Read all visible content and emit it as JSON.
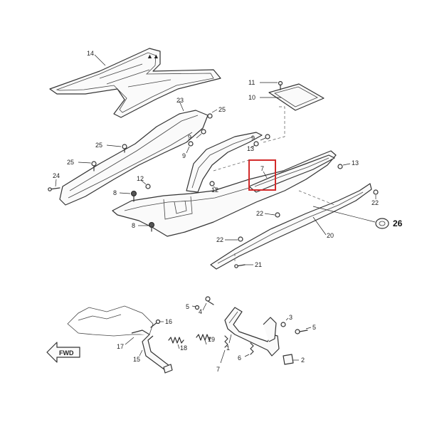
{
  "labels": {
    "l14": "14",
    "l11": "11",
    "l10": "10",
    "l23": "23",
    "l25a": "25",
    "l25b": "25",
    "l25c": "25",
    "l9a": "9",
    "l9b": "9",
    "l9c": "9",
    "l13a": "13",
    "l13b": "13",
    "l7a": "7",
    "l24": "24",
    "l12a": "12",
    "l12b": "12",
    "l8a": "8",
    "l8b": "8",
    "l22a": "22",
    "l22b": "22",
    "l22c": "22",
    "l26": "26",
    "l20": "20",
    "l21": "21",
    "l5a": "5",
    "l4": "4",
    "l16": "16",
    "l1": "1",
    "l3": "3",
    "l5b": "5",
    "l17": "17",
    "l18": "18",
    "l19": "19",
    "l15": "15",
    "l7b": "7",
    "l6": "6",
    "l2": "2"
  },
  "fwd_label": "FWD",
  "colors": {
    "highlight": "#d32b2b",
    "line": "#333333"
  }
}
